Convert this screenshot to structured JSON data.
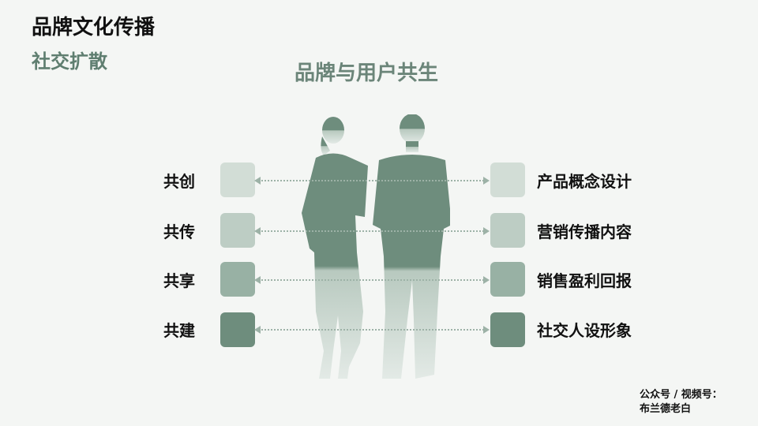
{
  "header": {
    "title": "品牌文化传播",
    "subtitle": "社交扩散"
  },
  "center_title": "品牌与用户共生",
  "left_items": [
    {
      "label": "共创",
      "color": "#d2ddd6"
    },
    {
      "label": "共传",
      "color": "#bdcdc4"
    },
    {
      "label": "共享",
      "color": "#98b1a4"
    },
    {
      "label": "共建",
      "color": "#6e8d7d"
    }
  ],
  "right_items": [
    {
      "label": "产品概念设计",
      "color": "#d2ddd6"
    },
    {
      "label": "营销传播内容",
      "color": "#bdcdc4"
    },
    {
      "label": "销售盈利回报",
      "color": "#98b1a4"
    },
    {
      "label": "社交人设形象",
      "color": "#6e8d7d"
    }
  ],
  "footer": {
    "line1": "公众号 / 视频号：",
    "line2": "布兰德老白"
  },
  "colors": {
    "silhouette_dark": "#6e8d7d",
    "silhouette_light": "#c9d6ce",
    "connector": "#9db2a7"
  }
}
